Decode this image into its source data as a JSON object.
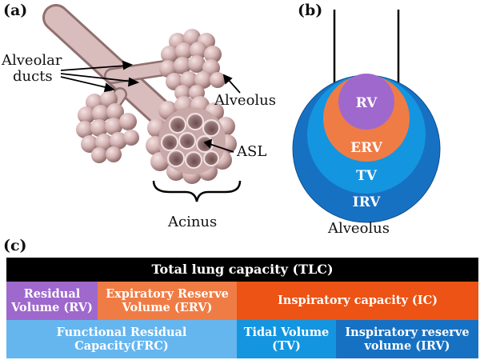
{
  "panels": {
    "a": "(a)",
    "b": "(b)",
    "c": "(c)"
  },
  "panel_a": {
    "alveolar_ducts_line1": "Alveolar",
    "alveolar_ducts_line2": "ducts",
    "alveolus": "Alveolus",
    "asl": "ASL",
    "acinus": "Acinus"
  },
  "panel_b": {
    "rv": "RV",
    "erv": "ERV",
    "tv": "TV",
    "irv": "IRV",
    "alveolus": "Alveolus"
  },
  "table": {
    "tlc": "Total lung capacity (TLC)",
    "rv_line1": "Residual",
    "rv_line2": "Volume (RV)",
    "erv_line1": "Expiratory Reserve",
    "erv_line2": "Volume (ERV)",
    "ic": "Inspiratory capacity (IC)",
    "frc_line1": "Functional Residual",
    "frc_line2": "Capacity(FRC)",
    "tv_line1": "Tidal Volume",
    "tv_line2": "(TV)",
    "irv_line1": "Inspiratory reserve",
    "irv_line2": "volume (IRV)"
  },
  "colors": {
    "rv": "#9f68cd",
    "erv": "#f07c45",
    "ic": "#ec5314",
    "frc": "#65b6ef",
    "tv": "#1495e0",
    "irv": "#1771c2",
    "tissue": "#d8b8b8",
    "tlc": "#000000"
  }
}
